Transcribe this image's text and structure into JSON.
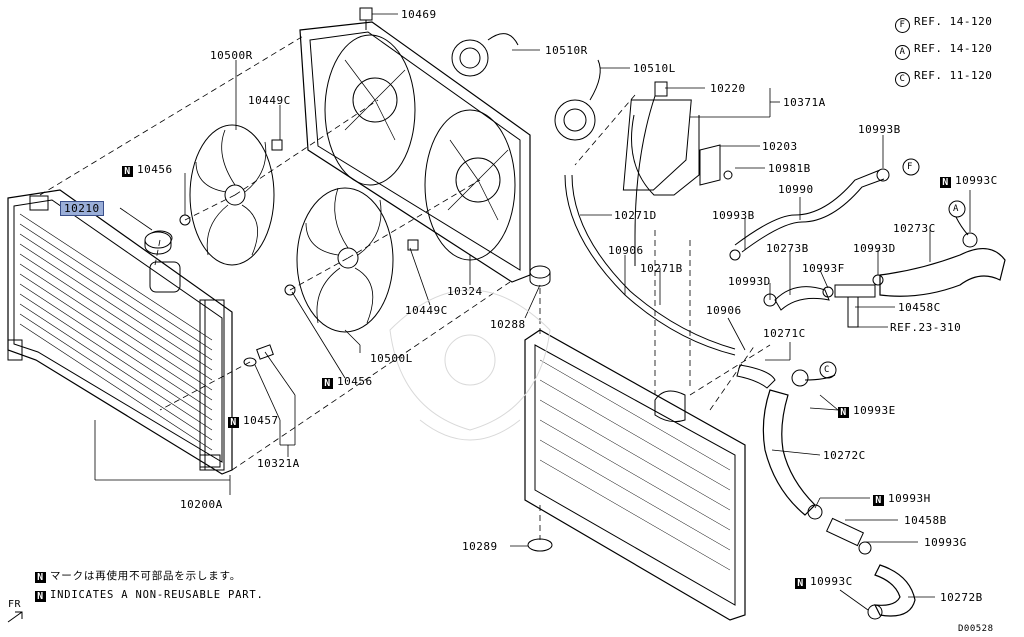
{
  "refs": [
    {
      "letter": "F",
      "text": "REF. 14-120"
    },
    {
      "letter": "A",
      "text": "REF. 14-120"
    },
    {
      "letter": "C",
      "text": "REF. 11-120"
    }
  ],
  "parts": {
    "p10469": "10469",
    "p10510R": "10510R",
    "p10500R": "10500R",
    "p10510L": "10510L",
    "p10220": "10220",
    "p10371A": "10371A",
    "p10449C_top": "10449C",
    "p10456_top": "10456",
    "p10210": "10210",
    "p10203": "10203",
    "p10981B": "10981B",
    "p10993B_top": "10993B",
    "p10993C_top": "10993C",
    "p10990": "10990",
    "p10271D": "10271D",
    "p10993B_mid": "10993B",
    "p10273C": "10273C",
    "p10906_top": "10906",
    "p10273B": "10273B",
    "p10993D_right": "10993D",
    "p10271B": "10271B",
    "p10993F": "10993F",
    "p10993D_left": "10993D",
    "p10458C": "10458C",
    "p10906_mid": "10906",
    "pREF23": "REF.23-310",
    "p10271C": "10271C",
    "p10449C_bot": "10449C",
    "p10324": "10324",
    "p10288": "10288",
    "p10500L": "10500L",
    "p10456_bot": "10456",
    "p10993E": "10993E",
    "p10457": "10457",
    "p10321A": "10321A",
    "p10272C": "10272C",
    "p10200A": "10200A",
    "p10993H": "10993H",
    "p10458B": "10458B",
    "p10289": "10289",
    "p10993G": "10993G",
    "p10993C_bot": "10993C",
    "p10272B": "10272B"
  },
  "ref_markers": {
    "F": "F",
    "A": "A",
    "C": "C"
  },
  "notes": {
    "jp": "マークは再使用不可部品を示します。",
    "en": "INDICATES A NON-REUSABLE PART.",
    "n_symbol": "N"
  },
  "direction": "FR",
  "diagram_code": "D00528"
}
